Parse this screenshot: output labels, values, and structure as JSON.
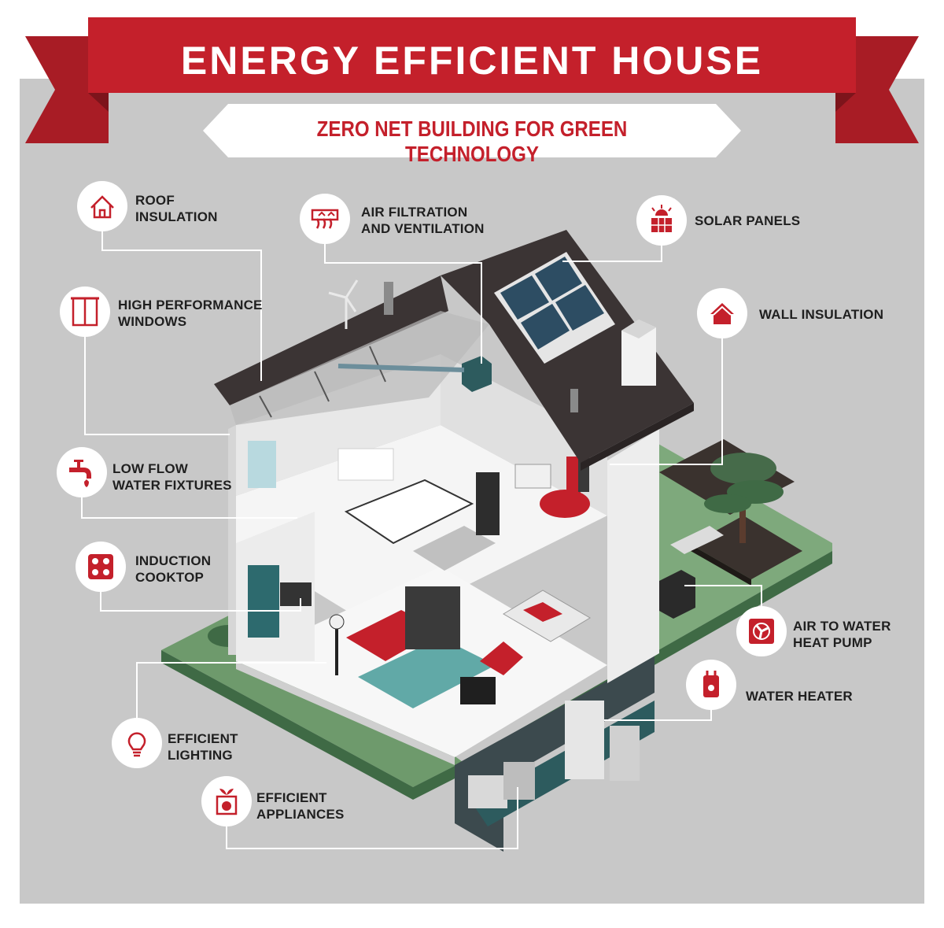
{
  "header": {
    "title": "ENERGY EFFICIENT HOUSE",
    "subtitle": "ZERO NET BUILDING FOR GREEN TECHNOLOGY"
  },
  "colors": {
    "background": "#c8c8c8",
    "accent_red": "#c4202b",
    "dark_red": "#8e1820",
    "roof": "#3b3434",
    "wall": "#f2f2f2",
    "ground": "#7ea97c",
    "solar_panel": "#2d4d63"
  },
  "features": [
    {
      "id": "roof-insulation",
      "label": "ROOF\nINSULATION",
      "icon": "house-outline-icon"
    },
    {
      "id": "high-performance-windows",
      "label": "HIGH PERFORMANCE\nWINDOWS",
      "icon": "window-icon"
    },
    {
      "id": "low-flow-water-fixtures",
      "label": "LOW FLOW\nWATER FIXTURES",
      "icon": "faucet-icon"
    },
    {
      "id": "induction-cooktop",
      "label": "INDUCTION\nCOOKTOP",
      "icon": "cooktop-icon"
    },
    {
      "id": "air-filtration",
      "label": "AIR FILTRATION\nAND VENTILATION",
      "icon": "air-vent-icon"
    },
    {
      "id": "solar-panels",
      "label": "SOLAR PANELS",
      "icon": "solar-panel-icon"
    },
    {
      "id": "wall-insulation",
      "label": "WALL INSULATION",
      "icon": "house-filled-icon"
    },
    {
      "id": "heat-pump",
      "label": "AIR TO WATER\nHEAT PUMP",
      "icon": "fan-icon"
    },
    {
      "id": "water-heater",
      "label": "WATER HEATER",
      "icon": "water-heater-icon"
    },
    {
      "id": "efficient-lighting",
      "label": "EFFICIENT\nLIGHTING",
      "icon": "light-bulb-icon"
    },
    {
      "id": "efficient-appliances",
      "label": "EFFICIENT\nAPPLIANCES",
      "icon": "washing-machine-icon"
    }
  ]
}
